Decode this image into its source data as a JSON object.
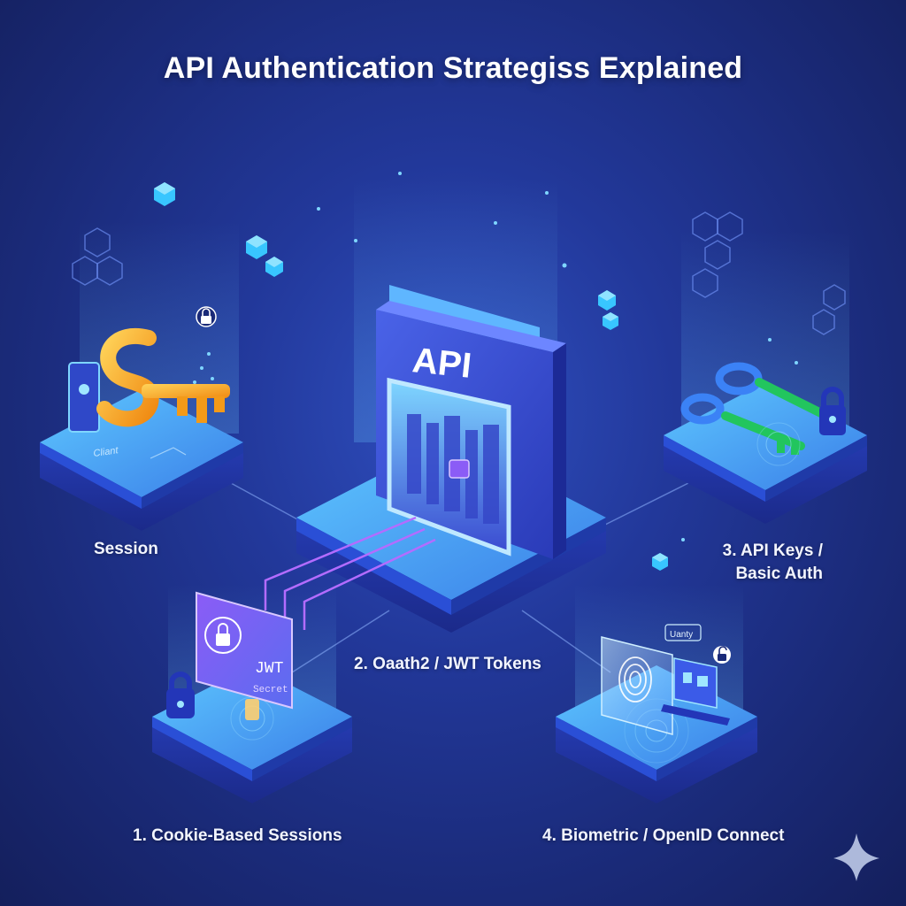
{
  "title": "API Authentication Strategiss Explained",
  "center": {
    "api_label": "API"
  },
  "nodes": {
    "session": {
      "label": "Session",
      "tag": "Cliant"
    },
    "cookie": {
      "label": "1. Cookie-Based Sessions"
    },
    "oauth": {
      "label": "2. Oaath2 / JWT Tokens",
      "card_text": "JWT",
      "card_tag": "Secret"
    },
    "apikeys": {
      "label_line1": "3. API Keys /",
      "label_line2": "Basic Auth"
    },
    "biometric": {
      "label": "4. Biometric / OpenID Connect",
      "tag": "Uanty"
    }
  },
  "colors": {
    "bg_center": "#2f4fc0",
    "bg_edge": "#141f5c",
    "platform_top": "#3d9ff0",
    "platform_side": "#2233a8",
    "key_gold": "#f5a623",
    "key_blue": "#3b82f6",
    "key_green": "#22c55e",
    "accent_purple": "#a855f7"
  }
}
